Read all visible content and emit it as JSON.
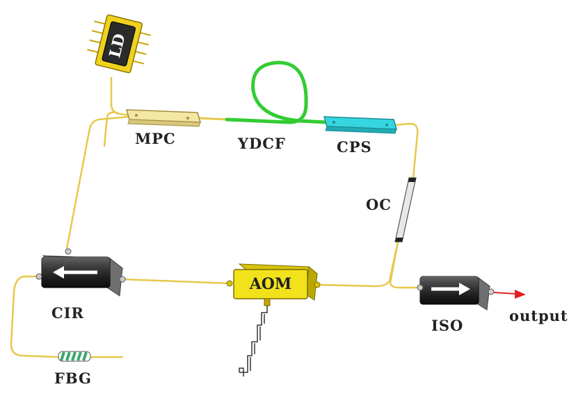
{
  "labels": {
    "ld": "LD",
    "mpc": "MPC",
    "ydcf": "YDCF",
    "cps": "CPS",
    "oc": "OC",
    "cir": "CIR",
    "aom": "AOM",
    "iso": "ISO",
    "output": "output",
    "fbg": "FBG"
  },
  "colors": {
    "fiber": "#e6c84a",
    "ydcf_fiber": "#33cc33",
    "ld_body": "#f0d21e",
    "mpc_body": "#f4e7a6",
    "cps_body": "#36d6e0",
    "aom_body": "#f2e21b",
    "device_black": "#111111",
    "output_arrow": "#e02020",
    "fbg_stripe": "#3aa86a"
  },
  "icons": {
    "cir": "arrow-left-icon",
    "iso": "arrow-right-icon",
    "output": "arrow-right-icon"
  }
}
